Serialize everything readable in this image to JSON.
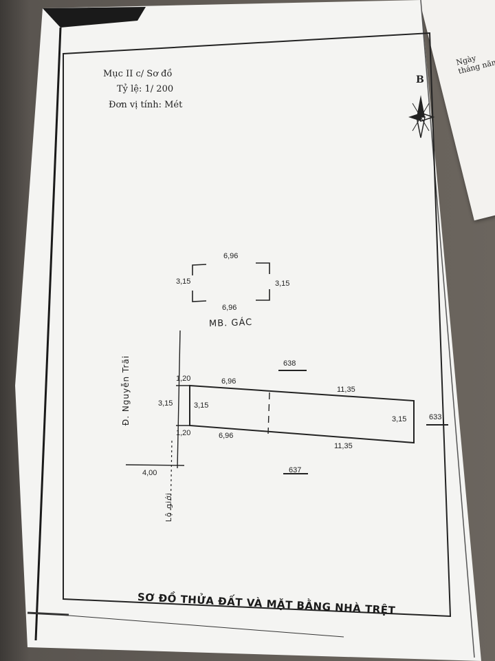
{
  "header": {
    "section": "Mục II c/ Sơ đồ",
    "scale": "Tỷ lệ: 1/ 200",
    "unit": "Đơn vị tính: Mét"
  },
  "north_label": "B",
  "back_sheet_label": "Ngày tháng năm",
  "upper_plan": {
    "title": "MB. GÁC",
    "top_width": "6,96",
    "bottom_width": "6,96",
    "left_height": "3,15",
    "right_height": "3,15"
  },
  "lower_plan": {
    "street": "Đ. Nguyễn Trãi",
    "setback_label": "Lộ giới",
    "setback_value": "4,00",
    "top_left": "1,20",
    "top_mid": "6,96",
    "top_right": "11,35",
    "bottom_left": "1,20",
    "bottom_mid": "6,96",
    "bottom_right": "11,35",
    "left_outer_height": "3,15",
    "left_inner_height": "3,15",
    "right_height": "3,15",
    "parcel_north": "638",
    "parcel_south": "637",
    "parcel_east": "633"
  },
  "footer": "SƠ ĐỒ THỬA ĐẤT VÀ MẶT BẰNG NHÀ TRỆT"
}
